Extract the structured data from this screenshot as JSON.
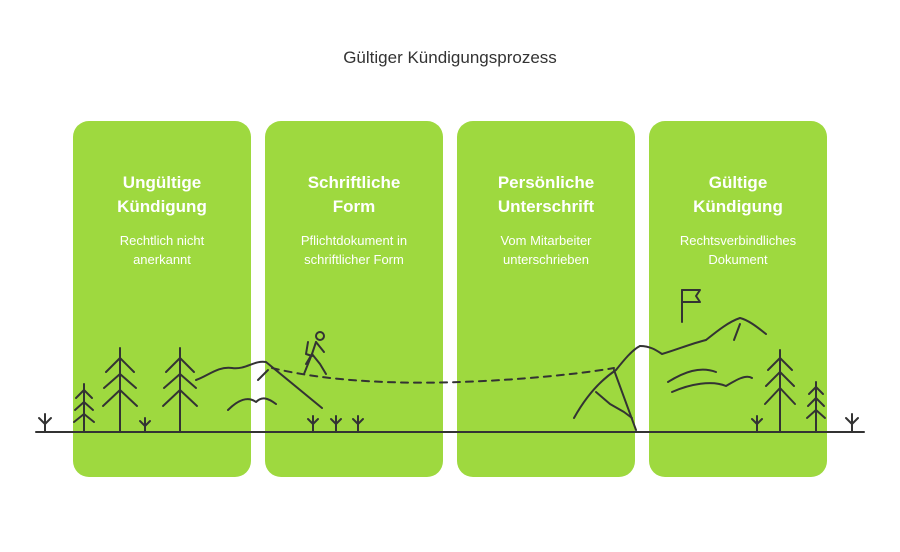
{
  "title": "Gültiger Kündigungsprozess",
  "colors": {
    "card": "#9ed93f",
    "line": "#333333",
    "card_text": "#ffffff"
  },
  "stages": [
    {
      "title": "Ungültige\nKündigung",
      "description": "Rechtlich nicht\nanerkannt"
    },
    {
      "title": "Schriftliche\nForm",
      "description": "Pflichtdokument in\nschriftlicher Form"
    },
    {
      "title": "Persönliche\nUnterschrift",
      "description": "Vom Mitarbeiter\nunterschrieben"
    },
    {
      "title": "Gültige\nKündigung",
      "description": "Rechtsverbindliches\nDokument"
    }
  ],
  "icons": [
    "tree-icon",
    "hiker-icon",
    "flag-icon",
    "mountain-icon",
    "grass-icon"
  ]
}
